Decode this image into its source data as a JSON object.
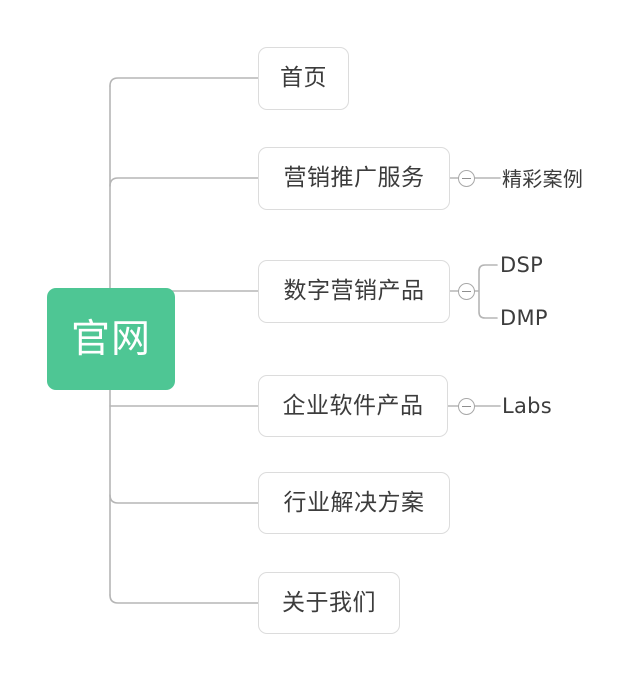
{
  "diagram": {
    "type": "mind-map",
    "title": "官网",
    "background_color": "#ffffff",
    "root": {
      "label": "官网",
      "fill_color": "#4ec694",
      "text_color": "#ffffff"
    },
    "node_style": {
      "fill_color": "#ffffff",
      "border_color": "#dcdcdc",
      "text_color": "#3c3c3c",
      "edge_color": "#b5b5b5"
    },
    "branches": [
      {
        "label": "首页",
        "has_toggle": false,
        "toggle_state": "",
        "children": []
      },
      {
        "label": "营销推广服务",
        "has_toggle": true,
        "toggle_state": "expanded",
        "children": [
          {
            "label": "精彩案例"
          }
        ]
      },
      {
        "label": "数字营销产品",
        "has_toggle": true,
        "toggle_state": "expanded",
        "children": [
          {
            "label": "DSP"
          },
          {
            "label": "DMP"
          }
        ]
      },
      {
        "label": "企业软件产品",
        "has_toggle": true,
        "toggle_state": "expanded",
        "children": [
          {
            "label": "Labs"
          }
        ]
      },
      {
        "label": "行业解决方案",
        "has_toggle": false,
        "toggle_state": "",
        "children": []
      },
      {
        "label": "关于我们",
        "has_toggle": false,
        "toggle_state": "",
        "children": []
      }
    ],
    "toggle_icon_name": "collapse-minus-icon"
  }
}
